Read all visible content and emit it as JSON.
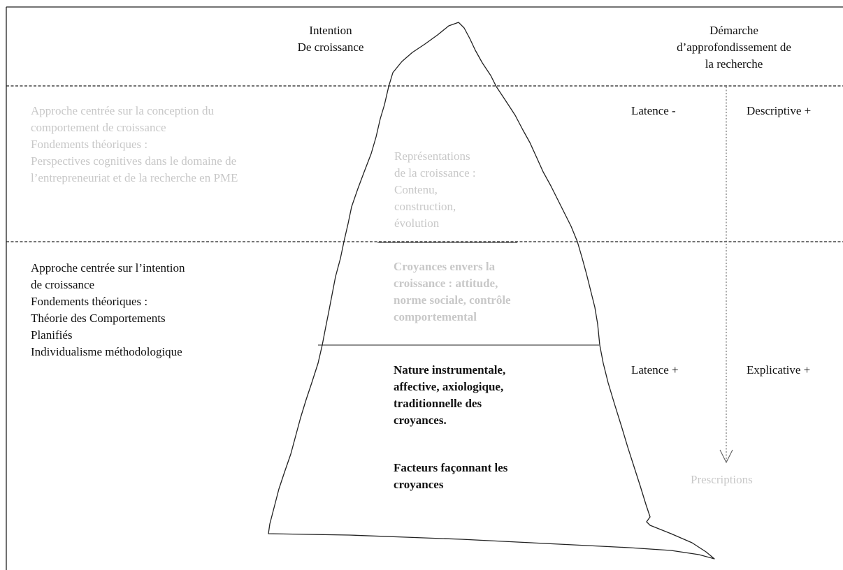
{
  "header": {
    "intention": "Intention\nDe croissance",
    "demarche": "Démarche\nd’approfondissement de\nla recherche"
  },
  "upper_band": {
    "approach": "Approche centrée sur la conception du\ncomportement de croissance\nFondements théoriques :\nPerspectives cognitives dans le domaine de\nl’entrepreneuriat et de la recherche en PME",
    "iceberg_text": "Représentations\nde la croissance :\nContenu,\nconstruction,\névolution",
    "latence": "Latence -",
    "research_type": "Descriptive +"
  },
  "lower_band": {
    "approach": "Approche centrée sur l’intention\nde croissance\nFondements théoriques :\nThéorie des Comportements\nPlanifiés\nIndividualisme méthodologique",
    "beliefs": "Croyances envers la\ncroissance : attitude,\nnorme sociale, contrôle\ncomportemental",
    "nature": "Nature instrumentale,\naffective, axiologique,\ntraditionnelle des\ncroyances.",
    "factors": "Facteurs façonnant les\ncroyances",
    "latence": "Latence +",
    "research_type": "Explicative +",
    "prescriptions": "Prescriptions"
  },
  "colors": {
    "text": "#111111",
    "muted_text": "#c8c8c8",
    "lines": "#222222"
  }
}
